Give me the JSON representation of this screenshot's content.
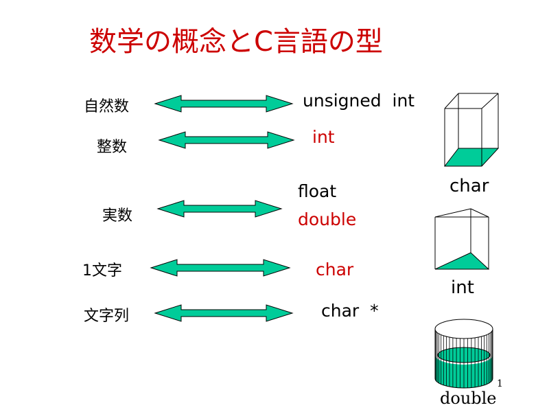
{
  "title": "数学の概念とC言語の型",
  "rows": [
    {
      "concept": "自然数",
      "ctype": "unsigned  int"
    },
    {
      "concept": "整数",
      "ctype": "int"
    },
    {
      "concept": "実数",
      "ctype": "float",
      "ctype2": "double"
    },
    {
      "concept": "1文字",
      "ctype": "char"
    },
    {
      "concept": "文字列",
      "ctype": "char  *"
    }
  ],
  "shapes": {
    "label_1": "char",
    "label_2": "int",
    "label_3": "double"
  },
  "page_number": "1",
  "colors": {
    "title": "#cc0000",
    "highlight": "#cc0000",
    "arrow_fill": "#00cc99",
    "text": "#000000"
  }
}
